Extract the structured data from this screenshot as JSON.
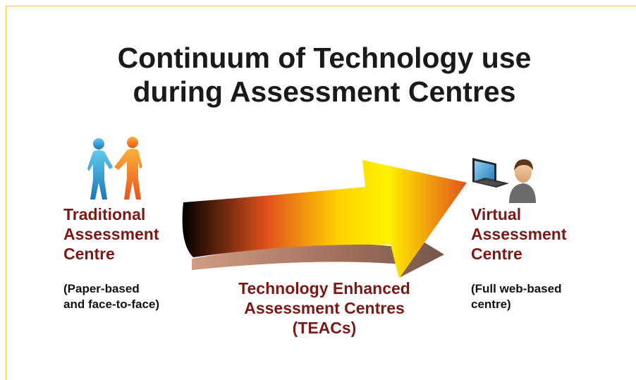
{
  "title": {
    "line1": "Continuum of Technology use",
    "line2": "during Assessment Centres"
  },
  "left_stage": {
    "label_lines": [
      "Traditional",
      "Assessment",
      "Centre"
    ],
    "note_lines": [
      "(Paper-based",
      "and face-to-face)"
    ],
    "icon": "handshake-people-icon"
  },
  "middle_stage": {
    "label_lines": [
      "Technology Enhanced",
      "Assessment Centres",
      "(TEACs)"
    ],
    "icon": "gradient-arrow"
  },
  "right_stage": {
    "label_lines": [
      "Virtual",
      "Assessment",
      "Centre"
    ],
    "note_lines": [
      "(Full web-based",
      "centre)"
    ],
    "icon": "laptop-user-icon"
  },
  "colors": {
    "label_red": "#7a1a16",
    "frame": "#f2c14e",
    "arrow_gradient": [
      "#000000",
      "#e2531c",
      "#fff200"
    ]
  }
}
